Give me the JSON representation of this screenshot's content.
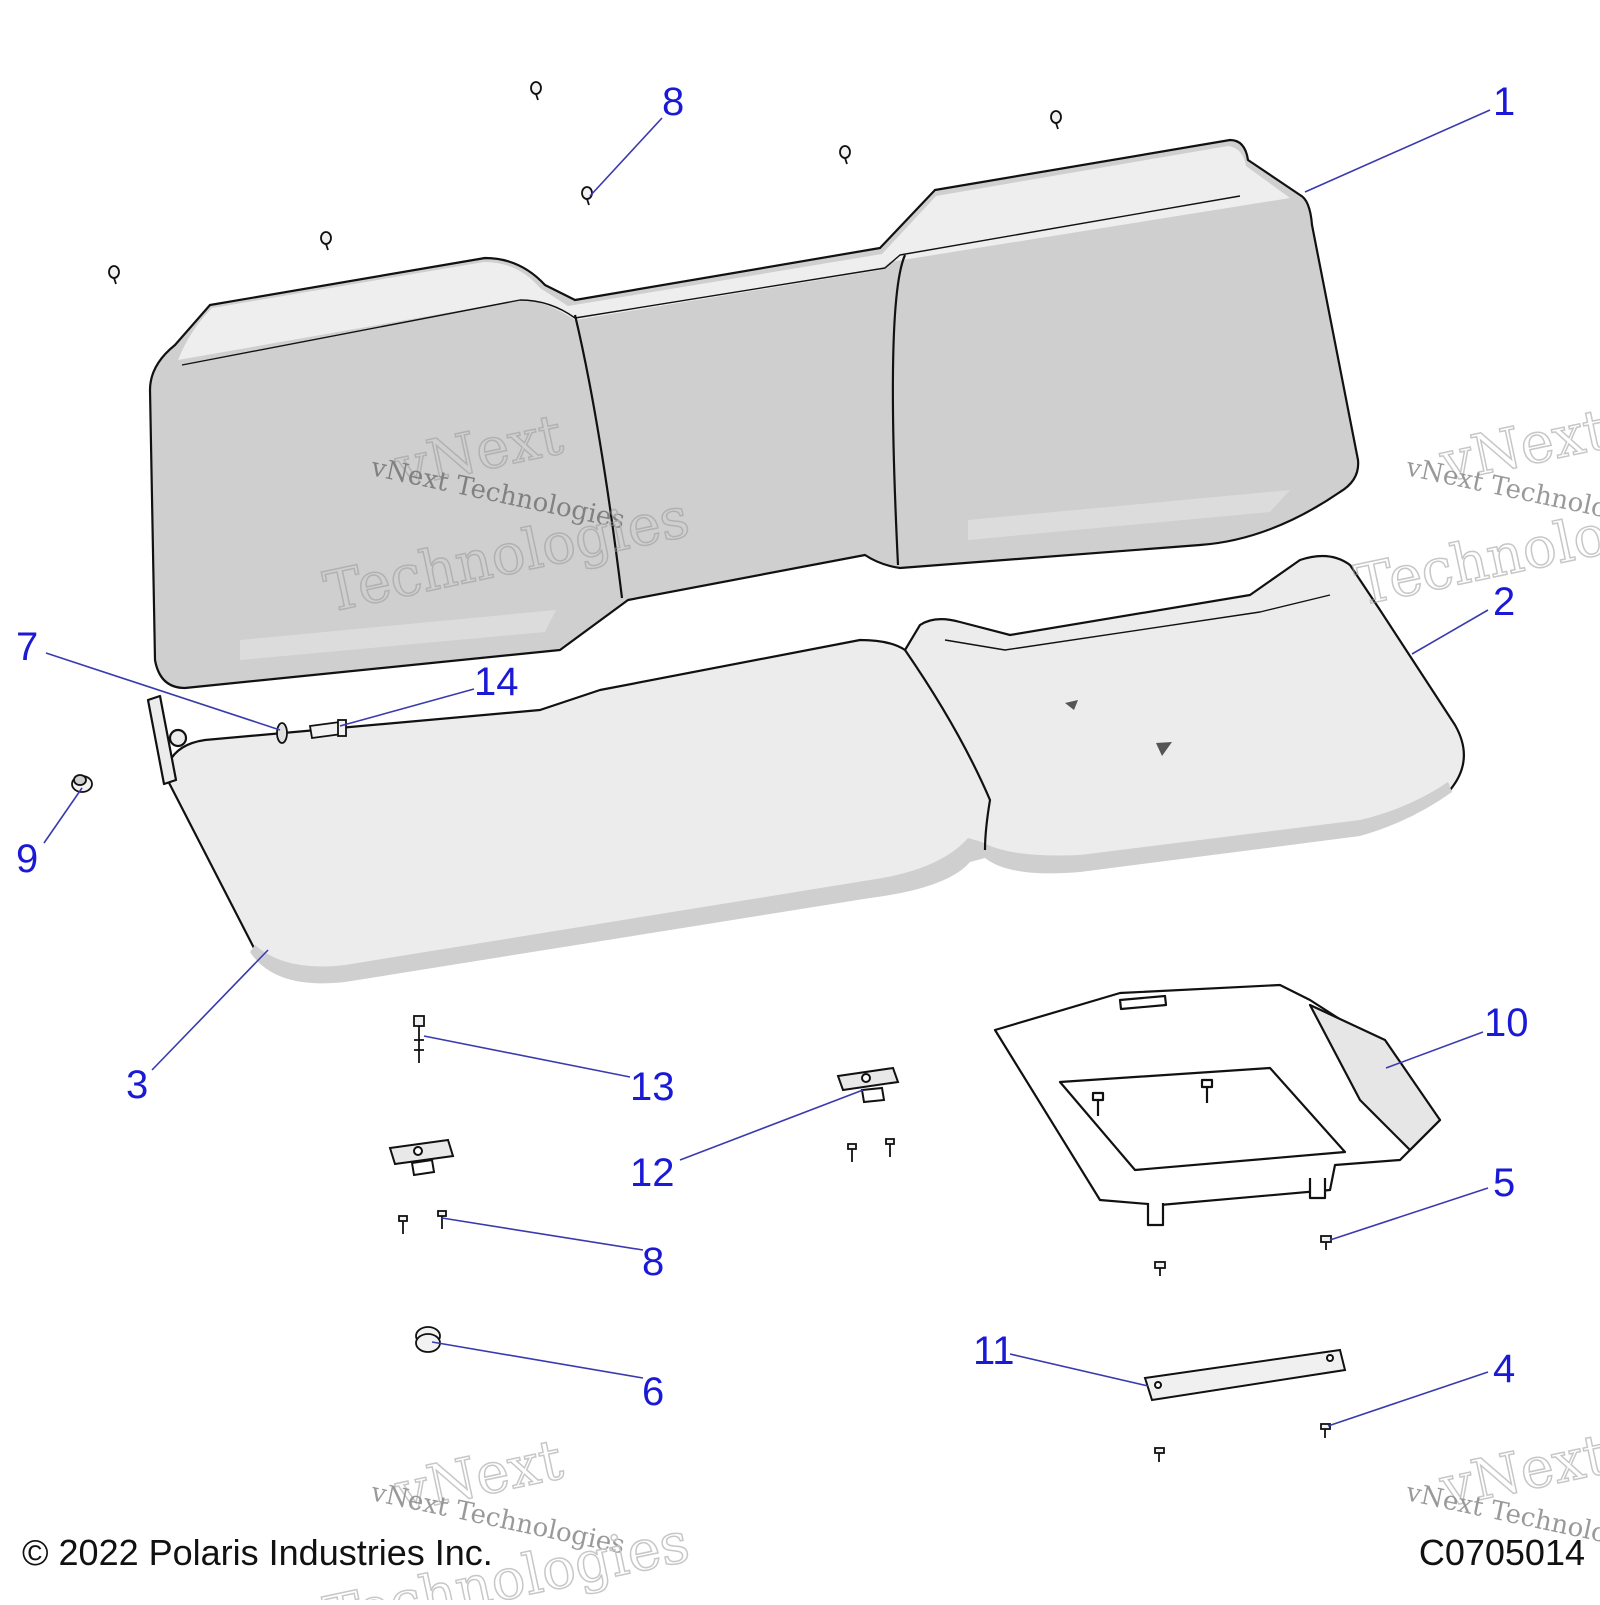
{
  "diagram": {
    "callouts": {
      "c1": "1",
      "c2": "2",
      "c3": "3",
      "c4": "4",
      "c5": "5",
      "c6": "6",
      "c7": "7",
      "c8a": "8",
      "c8b": "8",
      "c9": "9",
      "c10": "10",
      "c11": "11",
      "c12": "12",
      "c13": "13",
      "c14": "14"
    },
    "copyright": "© 2022 Polaris Industries Inc.",
    "figure_id": "C0705014",
    "watermark": {
      "line_small": "vNext Technologies",
      "line_big_top": "vNext",
      "line_big_bottom": "Technologies"
    },
    "colors": {
      "callout": "#1a1ad6",
      "leader": "#3a3ab0",
      "part_fill": "#cfcfcf",
      "part_light": "#ececec",
      "outline": "#111111",
      "watermark": "#9a9a9a"
    }
  }
}
